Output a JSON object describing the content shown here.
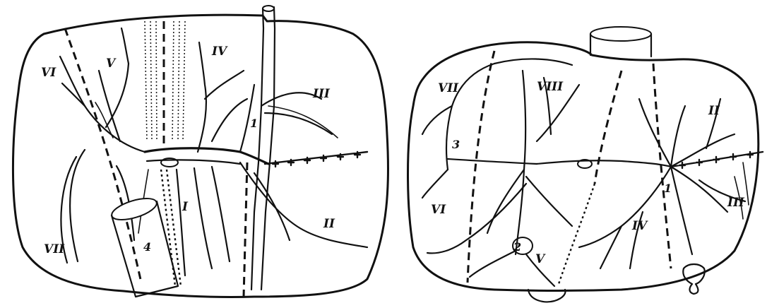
{
  "left_view": {
    "segment_labels": {
      "s1": "I",
      "s2": "II",
      "s3": "III",
      "s4": "IV",
      "s5": "V",
      "s6": "VI",
      "s7": "VII"
    },
    "number_labels": {
      "n4": "4",
      "n1": "1"
    }
  },
  "right_view": {
    "segment_labels": {
      "s2": "II",
      "s3": "III",
      "s4": "IV",
      "s5": "V",
      "s6": "VI",
      "s7": "VII",
      "s8": "VIII"
    },
    "number_labels": {
      "n1": "1",
      "n2": "2",
      "n3": "3"
    }
  }
}
